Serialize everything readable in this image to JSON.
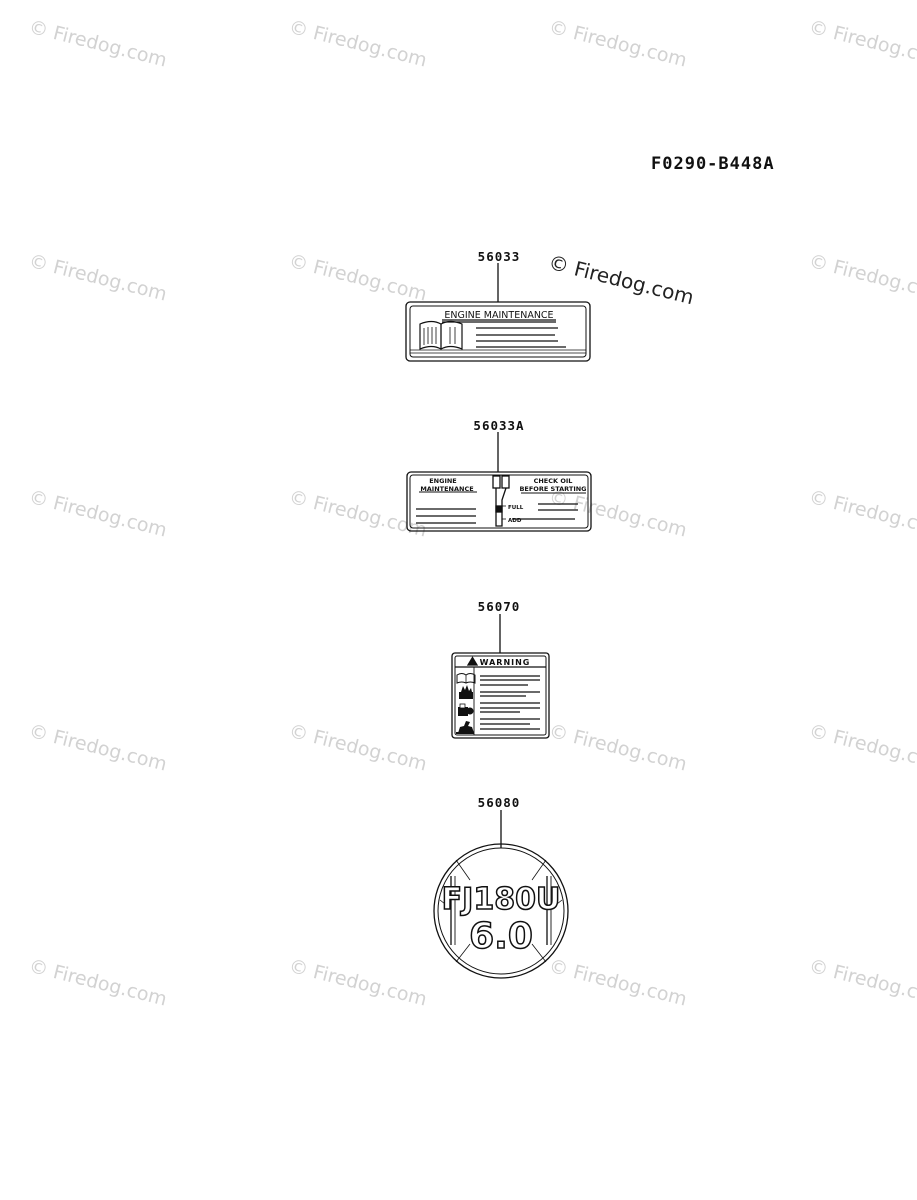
{
  "diagram": {
    "code": "F0290-B448A",
    "watermark": "© Firedog.com"
  },
  "parts": [
    {
      "number": "56033",
      "label": {
        "title": "ENGINE  MAINTENANCE"
      }
    },
    {
      "number": "56033A",
      "label": {
        "left_line1": "ENGINE",
        "left_line2": "MAINTENANCE",
        "right_line1": "CHECK OIL",
        "right_line2": "BEFORE STARTING",
        "gauge_full": "FULL",
        "gauge_add": "ADD"
      }
    },
    {
      "number": "56070",
      "label": {
        "title": "WARNING"
      }
    },
    {
      "number": "56080",
      "label": {
        "model": "FJ180U",
        "rating": "6.0"
      }
    }
  ]
}
